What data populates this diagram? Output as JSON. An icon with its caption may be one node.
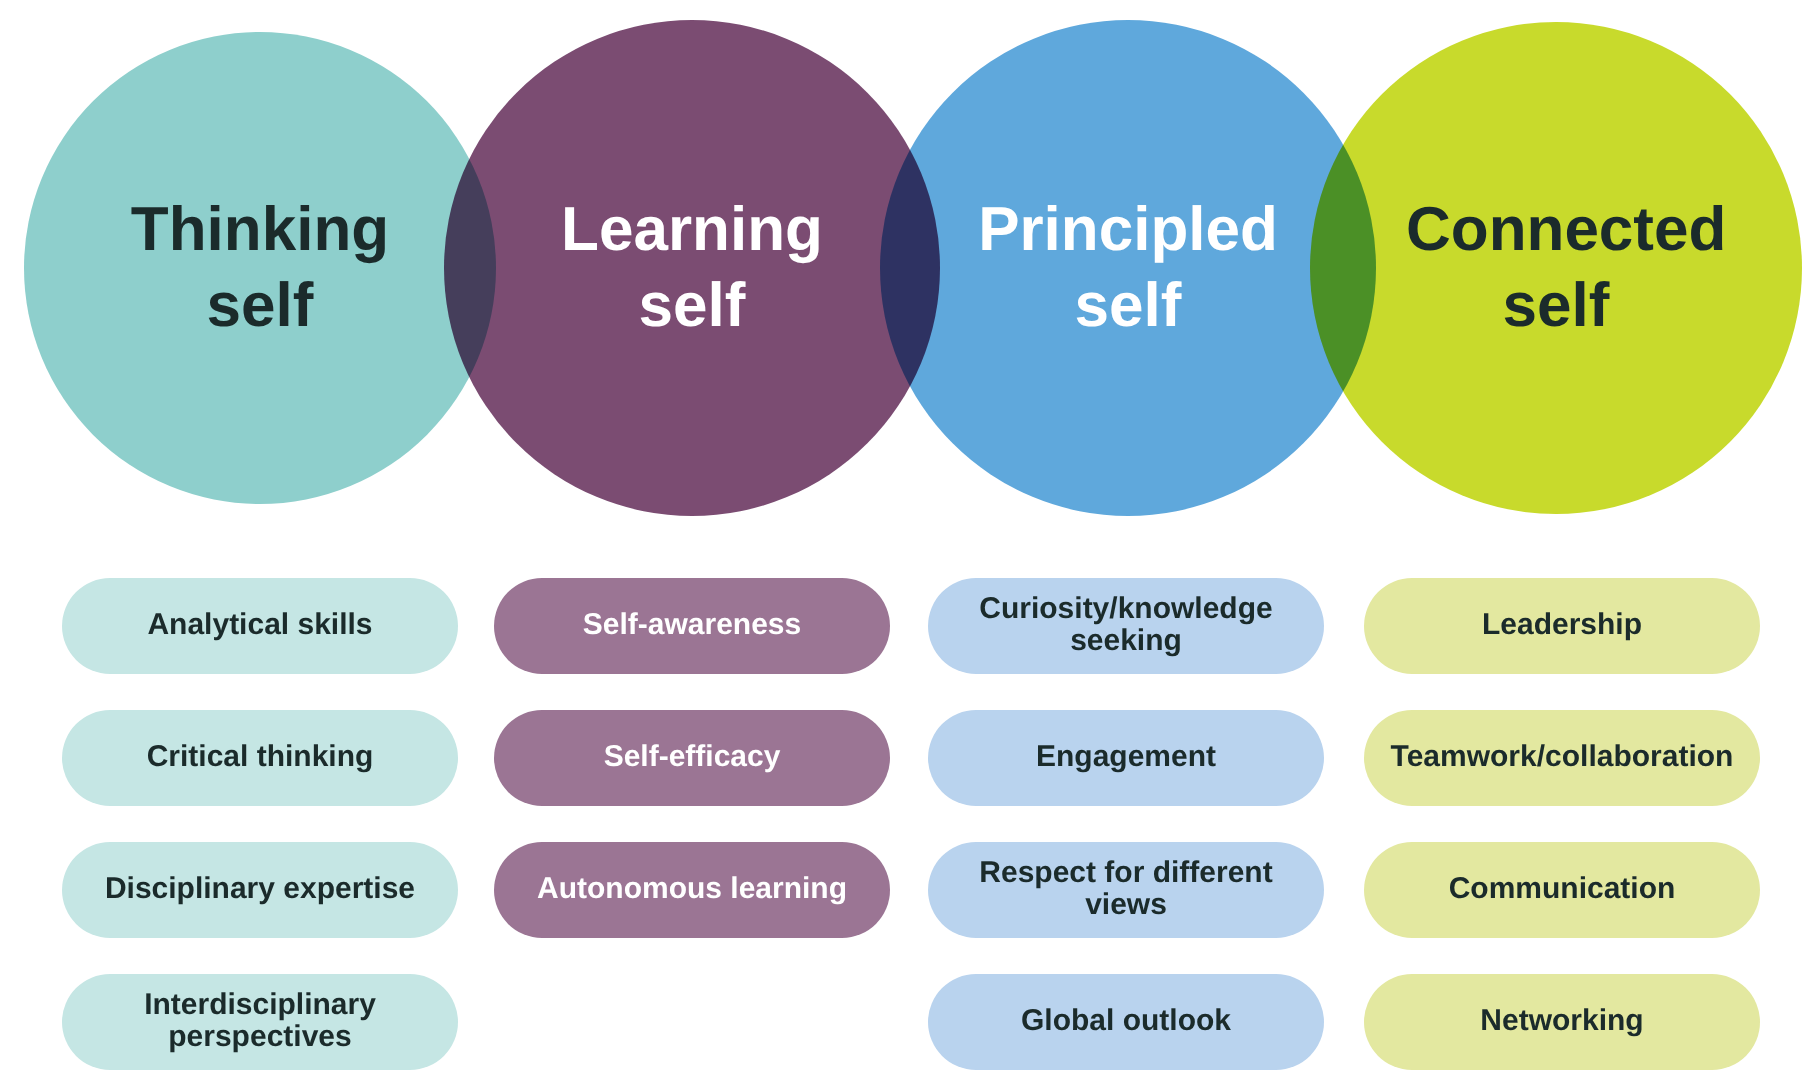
{
  "diagram": {
    "nodes": [
      {
        "text": [
          "Thinking self"
        ]
      },
      {
        "text": [
          "Learning self"
        ]
      },
      {
        "text": [
          "Principled self"
        ]
      },
      {
        "text": [
          "Connected self"
        ]
      },
      {
        "text": [
          "Analytical skills"
        ]
      },
      {
        "text": [
          "Self-awareness"
        ]
      },
      {
        "text": [
          "Curiosity/knowledge seeking"
        ]
      },
      {
        "text": [
          "Leadership"
        ]
      },
      {
        "text": [
          "Critical thinking"
        ]
      },
      {
        "text": [
          "Self-efficacy"
        ]
      },
      {
        "text": [
          "Engagement"
        ]
      },
      {
        "text": [
          "Teamwork/collaboration"
        ]
      },
      {
        "text": [
          "Disciplinary expertise"
        ]
      },
      {
        "text": [
          "Autonomous learning"
        ]
      },
      {
        "text": [
          "Respect for different views"
        ]
      },
      {
        "text": [
          "Communication"
        ]
      },
      {
        "text": [
          "Interdisciplinary perspectives"
        ]
      },
      {
        "text": [
          "Global outlook"
        ]
      },
      {
        "text": [
          "Networking"
        ]
      }
    ]
  }
}
